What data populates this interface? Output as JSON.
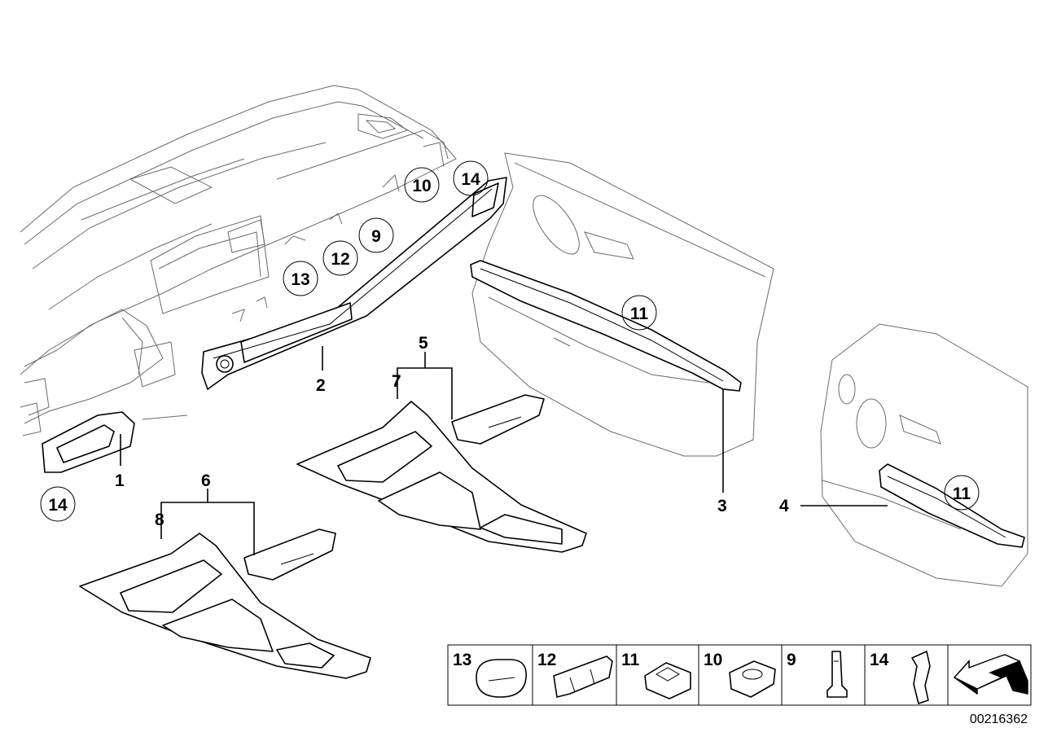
{
  "labels": {
    "p1": "1",
    "p2": "2",
    "p3": "3",
    "p4": "4",
    "p5": "5",
    "p6": "6",
    "p7": "7",
    "p8": "8"
  },
  "callouts": {
    "c14a": "14",
    "c10": "10",
    "c9": "9",
    "c12": "12",
    "c13": "13",
    "c11a": "11",
    "c14b": "14",
    "c11b": "11"
  },
  "legend": [
    "13",
    "12",
    "11",
    "10",
    "9",
    "14"
  ],
  "diagram_id": "00216362"
}
